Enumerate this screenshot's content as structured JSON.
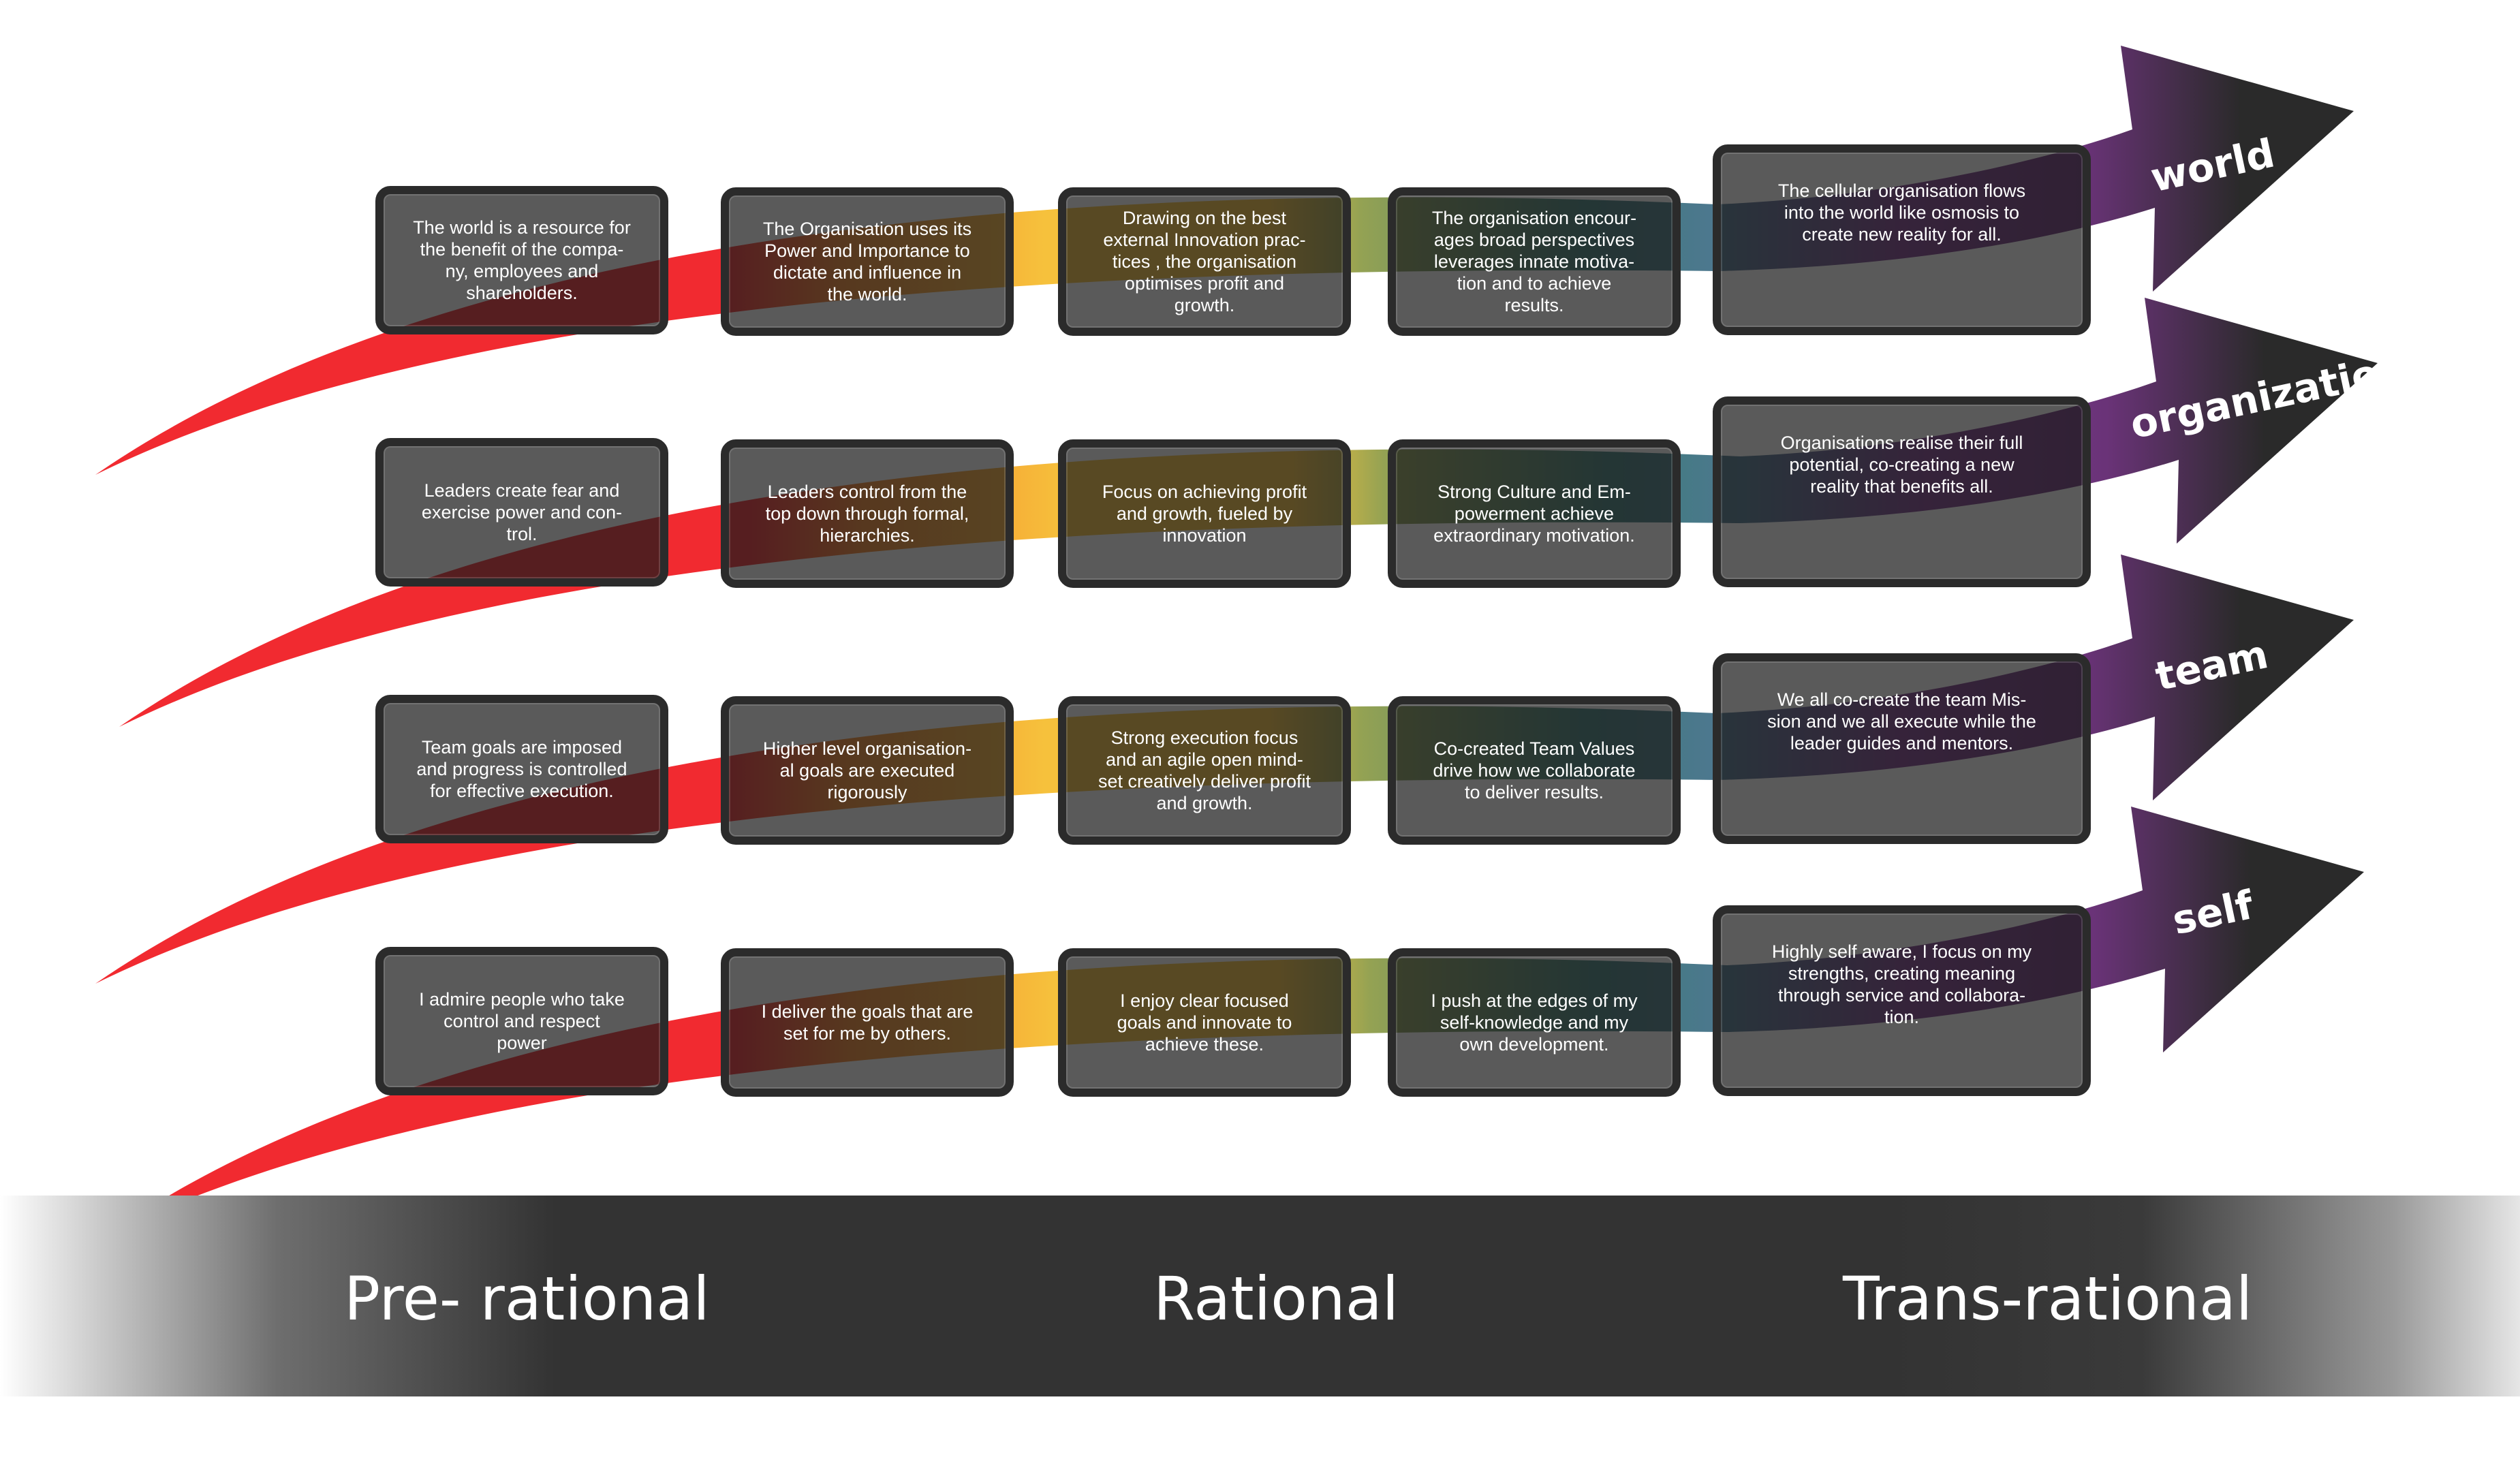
{
  "colors": {
    "red": "#f12a30",
    "orange": "#f5862d",
    "yellow": "#f6c13c",
    "olive": "#94a253",
    "teal": "#3d7d7a",
    "slate": "#4e7790",
    "purple": "#7d3a8d",
    "arrowhead": "#2a2a2a"
  },
  "rows": [
    {
      "label": "world",
      "cells": [
        "The world is a resource for\nthe benefit of the compa-\nny, employees  and\nshareholders.",
        "The Organisation uses its\nPower and Importance to\ndictate and influence in\nthe world.",
        "Drawing on the best\nexternal Innovation prac-\ntices , the organisation\noptimises profit and\ngrowth.",
        "The organisation encour-\nages broad perspectives\nleverages innate motiva-\ntion and to achieve\nresults.",
        "The cellular organisation flows\ninto the world like osmosis to\ncreate new reality for all."
      ]
    },
    {
      "label": "organization",
      "cells": [
        "Leaders create fear and\nexercise power and con-\ntrol.",
        "Leaders control  from the\ntop down through formal,\nhierarchies.",
        "Focus on achieving profit\nand growth,  fueled by\ninnovation",
        "Strong Culture and Em-\npowerment  achieve\nextraordinary motivation.",
        "Organisations realise their full\npotential, co-creating a new\nreality that benefits all."
      ]
    },
    {
      "label": "team",
      "cells": [
        "Team goals are imposed\nand progress is controlled\nfor effective execution.",
        "Higher level organisation-\nal goals are executed\nrigorously",
        "Strong execution focus\nand an agile open mind-\nset creatively deliver profit\nand growth.",
        "Co-created Team Values\ndrive  how we collaborate\nto deliver results.",
        "We all co-create the team Mis-\nsion and we all execute while the\nleader guides and mentors."
      ]
    },
    {
      "label": "self",
      "cells": [
        "I admire people who take\ncontrol and respect\npower",
        "I deliver the goals that are\nset for me by others.",
        "I enjoy clear focused\ngoals and innovate to\nachieve these.",
        "I push at the edges of my\nself-knowledge  and my\nown development.",
        "Highly self aware, I focus on my\nstrengths, creating meaning\nthrough service and collabora-\ntion."
      ]
    }
  ],
  "levels": [
    "Pre- rational",
    "Rational",
    "Trans-rational"
  ]
}
